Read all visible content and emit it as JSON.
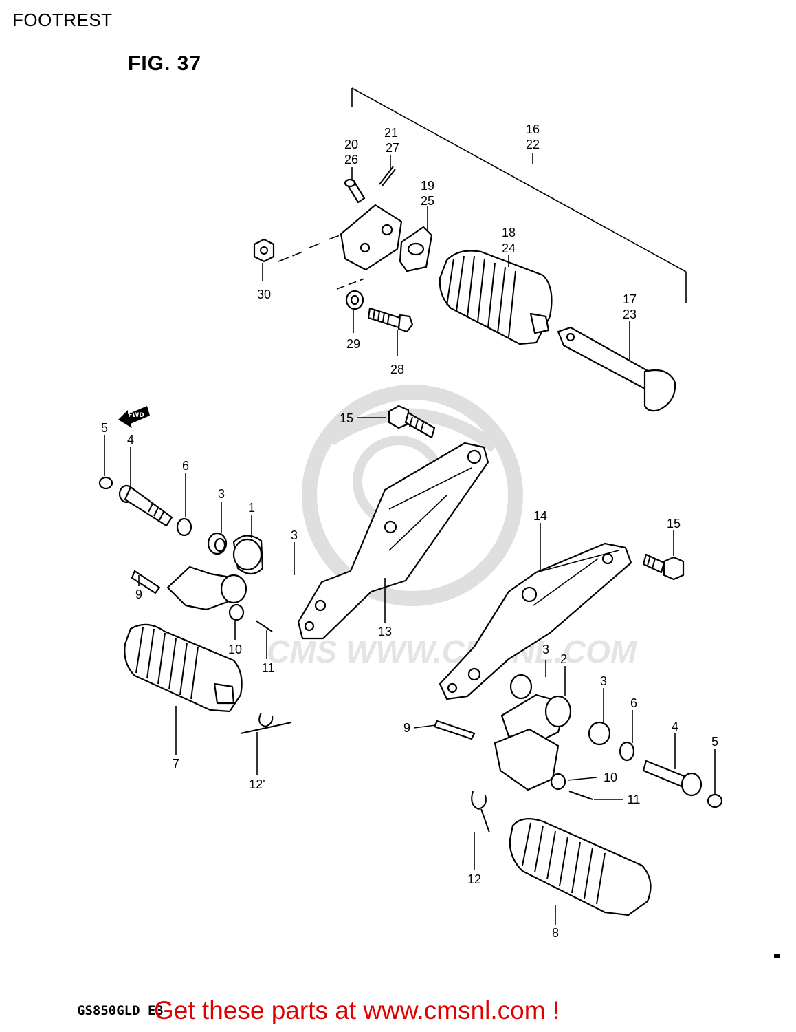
{
  "page_title": "FOOTREST",
  "figure_label": "FIG. 37",
  "model_code": "GS850GLD E3",
  "call_to_action": "Get these parts at www.cmsnl.com !",
  "watermark": "CMS WWW.CMSNL.COM",
  "fwd_label": "FWD",
  "callouts": {
    "c1": "1",
    "c2": "2",
    "c3a": "3",
    "c3b": "3",
    "c3c": "3",
    "c3d": "3",
    "c4a": "4",
    "c4b": "4",
    "c5a": "5",
    "c5b": "5",
    "c6a": "6",
    "c6b": "6",
    "c7": "7",
    "c8": "8",
    "c9a": "9",
    "c9b": "9",
    "c10a": "10",
    "c10b": "10",
    "c11a": "11",
    "c11b": "11",
    "c12a": "12'",
    "c12b": "12",
    "c13": "13",
    "c14": "14",
    "c15a": "15",
    "c15b": "15",
    "c16_22": [
      "16",
      "22"
    ],
    "c17_23": [
      "17",
      "23"
    ],
    "c18_24": [
      "18",
      "24"
    ],
    "c19_25": [
      "19",
      "25"
    ],
    "c20_26": [
      "20",
      "26"
    ],
    "c21_27": [
      "21",
      "27"
    ],
    "c28": "28",
    "c29": "29",
    "c30": "30"
  },
  "colors": {
    "cta": "#e00000",
    "line": "#000000",
    "background": "#ffffff"
  }
}
